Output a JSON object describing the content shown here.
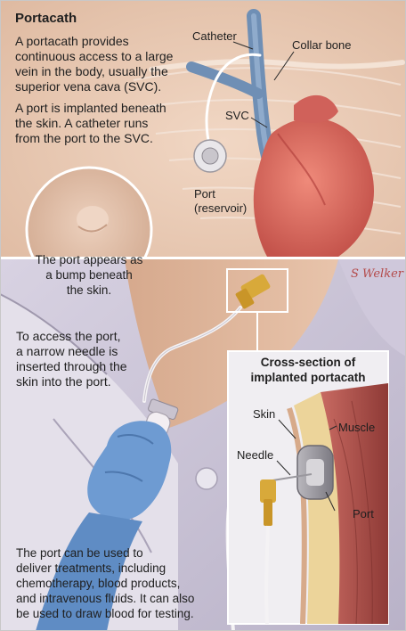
{
  "title": "Portacath",
  "top_panel": {
    "paragraph1": "A portacath provides\ncontinuous access to a large\nvein in the body, usually the\nsuperior vena cava (SVC).",
    "paragraph2": "A port is implanted beneath\nthe skin. A catheter runs\nfrom the port to the SVC.",
    "label_catheter": "Catheter",
    "label_collar_bone": "Collar bone",
    "label_svc": "SVC",
    "label_port": "Port\n(reservoir)",
    "bump_caption": "The port appears as\na bump beneath\nthe skin."
  },
  "bottom_panel": {
    "signature": "S Welker",
    "access_text": "To access the port,\na narrow needle is\ninserted through the\nskin into the port.",
    "inset_title": "Cross-section of\nimplanted portacath",
    "label_skin": "Skin",
    "label_muscle": "Muscle",
    "label_needle": "Needle",
    "label_port": "Port",
    "uses_text": "The port can be used to\ndeliver treatments, including\nchemotherapy, blood products,\nand intravenous fluids. It can also\nbe used to draw blood for testing."
  },
  "colors": {
    "skin_top": "#e9cbb6",
    "skin_bottom_bg": "#c9c3d6",
    "heart": "#d9675d",
    "vein": "#6f8fb5",
    "glove": "#6e9bd2",
    "blood": "#8e1b18",
    "connector": "#d8a93a",
    "muscle": "#b0514c",
    "fat": "#ecd49a"
  }
}
